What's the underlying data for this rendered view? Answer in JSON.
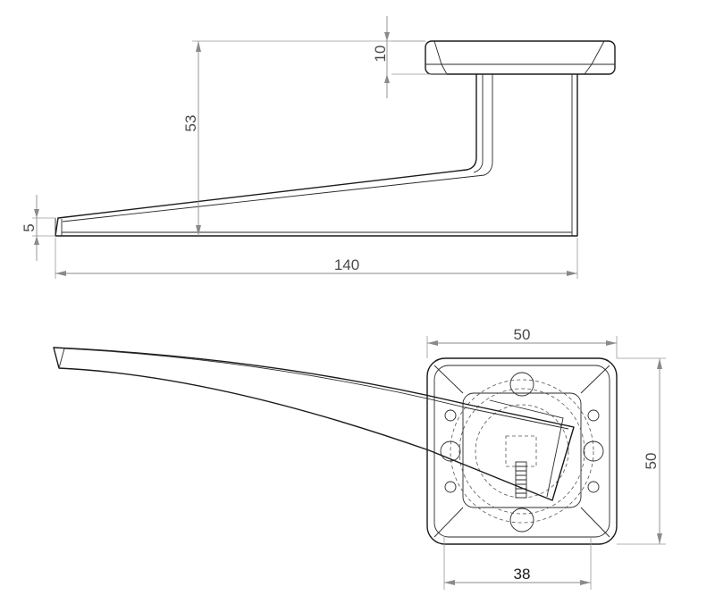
{
  "dimensions": {
    "top_view": {
      "rose_thickness": "10",
      "height": "53",
      "tip_thickness": "5",
      "length": "140"
    },
    "front_view": {
      "rose_width": "50",
      "rose_height": "50",
      "inner_width": "38"
    }
  }
}
